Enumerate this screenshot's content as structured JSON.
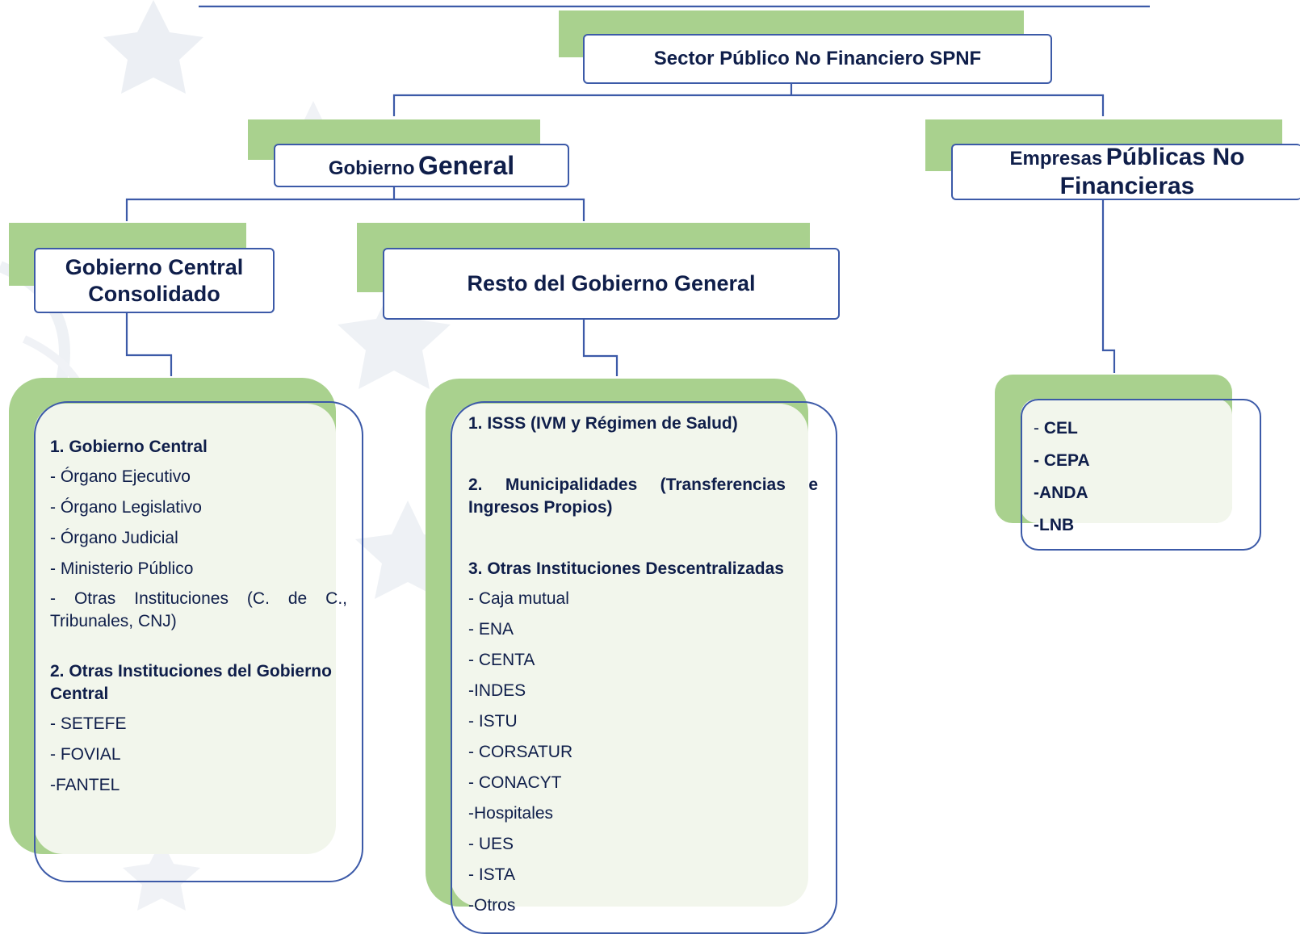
{
  "root": {
    "label": "Sector Público No Financiero SPNF"
  },
  "gobierno_general": {
    "label_small": "Gobierno",
    "label_large": "General"
  },
  "empresas": {
    "label_small": "Empresas",
    "label_large": "Públicas No Financieras"
  },
  "gobierno_central": {
    "label": "Gobierno Central Consolidado"
  },
  "resto": {
    "label": "Resto del Gobierno General"
  },
  "panel_central": {
    "h1": "1. Gobierno Central",
    "items1": [
      "- Órgano Ejecutivo",
      "- Órgano Legislativo",
      "- Órgano Judicial",
      "- Ministerio Público"
    ],
    "item_long": "- Otras Instituciones (C. de C., Tribunales, CNJ)",
    "h2": "2. Otras Instituciones del Gobierno Central",
    "items2": [
      "- SETEFE",
      "- FOVIAL",
      "-FANTEL"
    ]
  },
  "panel_resto": {
    "h1": "1. ISSS (IVM y Régimen de Salud)",
    "h2": "2. Municipalidades (Transferencias e Ingresos Propios)",
    "h3": "3. Otras Instituciones Descentralizadas",
    "items": [
      "- Caja mutual",
      "- ENA",
      "- CENTA",
      "-INDES",
      "- ISTU",
      "- CORSATUR",
      "- CONACYT",
      "-Hospitales",
      "- UES",
      "- ISTA",
      "-Otros"
    ]
  },
  "panel_empresas": {
    "items": [
      {
        "prefix": "- ",
        "name": "CEL"
      },
      {
        "prefix": "",
        "name": "- CEPA"
      },
      {
        "prefix": "",
        "name": "-ANDA"
      },
      {
        "prefix": "",
        "name": "-LNB"
      }
    ]
  },
  "colors": {
    "accent_green": "#a9d18e",
    "border_blue": "#3c5aa8",
    "text_navy": "#0f1e4a",
    "watermark": "#eceff4"
  }
}
